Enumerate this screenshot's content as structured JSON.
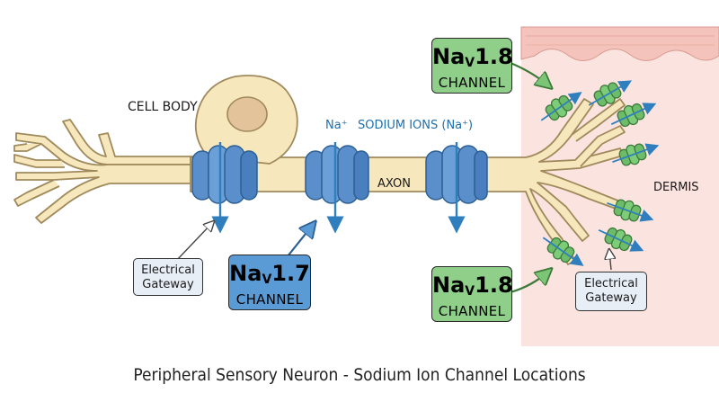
{
  "labels": {
    "cell_body": "CELL BODY",
    "na_plus": "Na⁺",
    "sodium_ions": "SODIUM IONS (Na⁺)",
    "axon": "AXON",
    "dermis": "DERMIS",
    "caption": "Peripheral Sensory Neuron - Sodium Ion Channel Locations"
  },
  "callouts": {
    "nav18_top": {
      "prefix": "Na",
      "sub": "V",
      "number": "1.8",
      "type": "CHANNEL"
    },
    "nav17": {
      "prefix": "Na",
      "sub": "V",
      "number": "1.7",
      "type": "CHANNEL"
    },
    "nav18_bottom": {
      "prefix": "Na",
      "sub": "V",
      "number": "1.8",
      "type": "CHANNEL"
    }
  },
  "gateways": {
    "left": {
      "line1": "Electrical",
      "line2": "Gateway"
    },
    "right": {
      "line1": "Electrical",
      "line2": "Gateway"
    }
  },
  "colors": {
    "neuron": "#f7e7bd",
    "neuron_outline": "#a08a5c",
    "nucleus": "#e2c39a",
    "nav17_channel": "#5b8fcc",
    "nav18_channel": "#6cbc6a",
    "nav18_box": "#8fcf8a",
    "nav17_box": "#5b9bd5",
    "dermis": "#fbe3df",
    "ion_arrow": "#2f7fbf",
    "ion_text": "#1f6fae"
  }
}
